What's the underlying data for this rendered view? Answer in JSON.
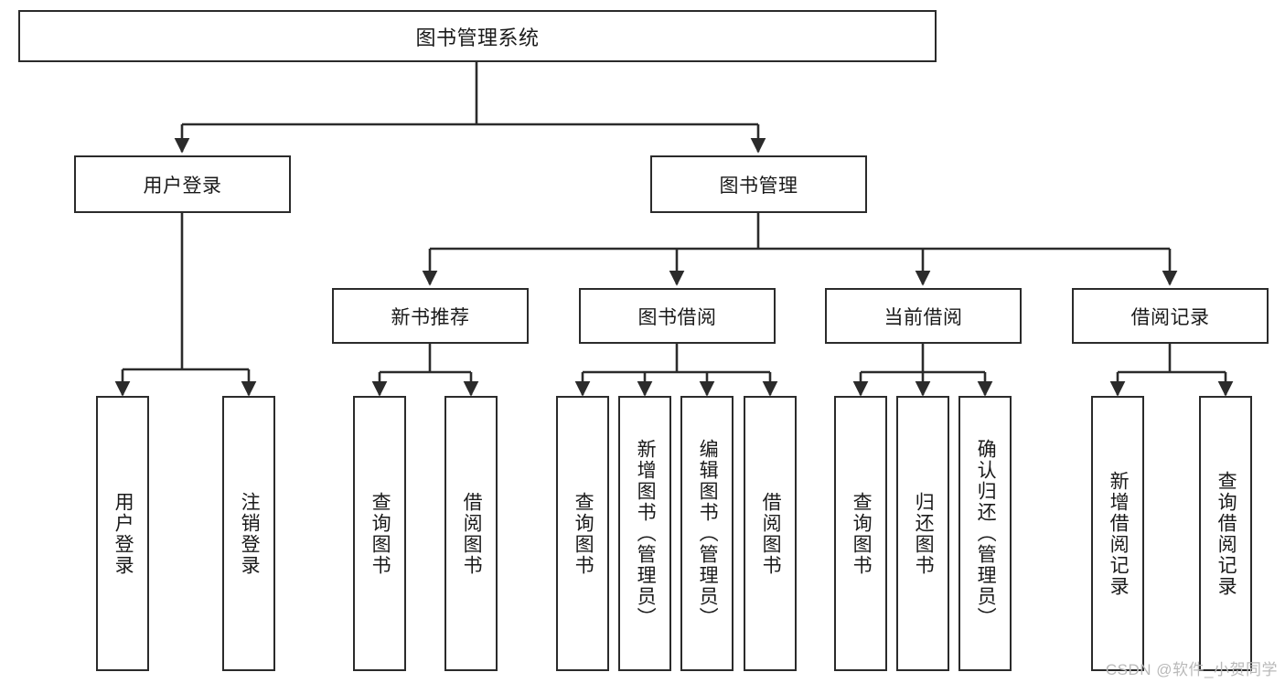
{
  "diagram": {
    "title": "图书管理系统",
    "watermark": "CSDN @软件_小贺同学",
    "line_color": "#2b2b2b",
    "box_border_color": "#2b2b2b",
    "box_fill_color": "#ffffff",
    "text_color": "#1a1a1a",
    "background_color": "#ffffff"
  },
  "nodes": {
    "root": {
      "label": "图书管理系统"
    },
    "level2": [
      {
        "label": "用户登录"
      },
      {
        "label": "图书管理"
      }
    ],
    "level3": [
      {
        "label": "新书推荐"
      },
      {
        "label": "图书借阅"
      },
      {
        "label": "当前借阅"
      },
      {
        "label": "借阅记录"
      }
    ],
    "leaves": {
      "user_login": [
        {
          "label": "用户登录"
        },
        {
          "label": "注销登录"
        }
      ],
      "new_book": [
        {
          "label": "查询图书"
        },
        {
          "label": "借阅图书"
        }
      ],
      "book_borrow": [
        {
          "label": "查询图书"
        },
        {
          "label": "新增图书（管理员）"
        },
        {
          "label": "编辑图书（管理员）"
        },
        {
          "label": "借阅图书"
        }
      ],
      "current_borrow": [
        {
          "label": "查询图书"
        },
        {
          "label": "归还图书"
        },
        {
          "label": "确认归还（管理员）"
        }
      ],
      "borrow_record": [
        {
          "label": "新增借阅记录"
        },
        {
          "label": "查询借阅记录"
        }
      ]
    }
  }
}
